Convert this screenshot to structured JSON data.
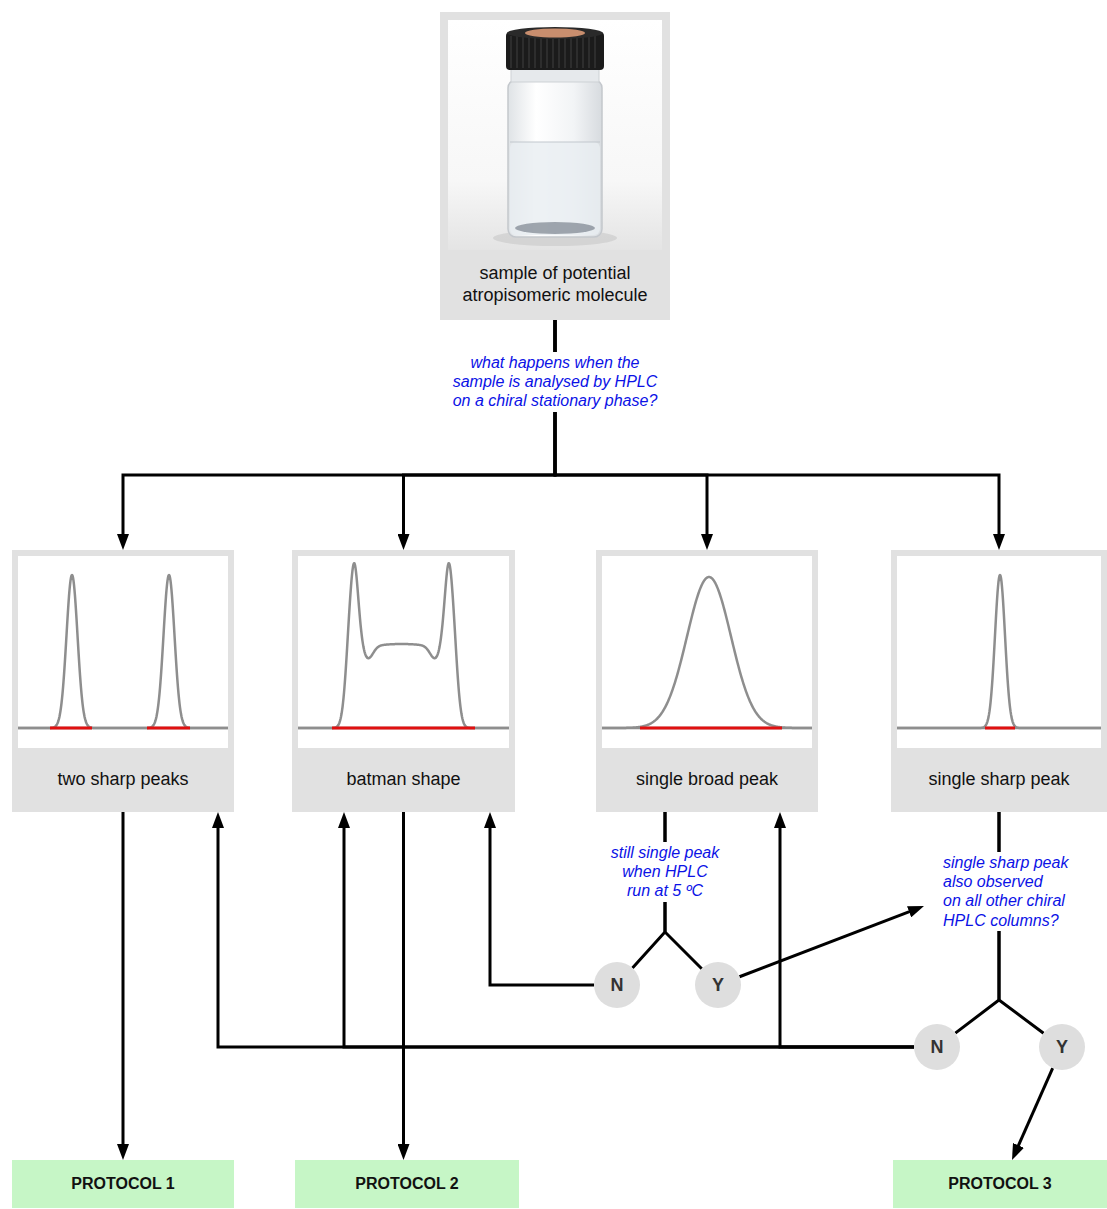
{
  "diagram": {
    "nodes": [
      {
        "text": [
          "sample of potential atropisomeric molecule"
        ]
      },
      {
        "text": [
          "two sharp peaks"
        ]
      },
      {
        "text": [
          "batman shape"
        ]
      },
      {
        "text": [
          "single broad peak"
        ]
      },
      {
        "text": [
          "single sharp peak"
        ]
      },
      {
        "text": [
          "N"
        ]
      },
      {
        "text": [
          "Y"
        ]
      },
      {
        "text": [
          "N"
        ]
      },
      {
        "text": [
          "Y"
        ]
      },
      {
        "text": [
          "PROTOCOL 1"
        ]
      },
      {
        "text": [
          "PROTOCOL 2"
        ]
      },
      {
        "text": [
          "PROTOCOL 3"
        ]
      }
    ],
    "edges": [
      {
        "from": 0,
        "to": 1,
        "arrow": "to"
      },
      {
        "from": 0,
        "to": 2,
        "arrow": "to"
      },
      {
        "from": 0,
        "to": 3,
        "arrow": "to"
      },
      {
        "from": 0,
        "to": 4,
        "arrow": "to"
      },
      {
        "from": 1,
        "to": 9,
        "arrow": "to"
      },
      {
        "from": 2,
        "to": 10,
        "arrow": "to"
      },
      {
        "from": 3,
        "to": 5,
        "arrow": "none"
      },
      {
        "from": 3,
        "to": 6,
        "arrow": "none"
      },
      {
        "from": 5,
        "to": 2,
        "arrow": "to"
      },
      {
        "from": 6,
        "to": 4,
        "arrow": "to"
      },
      {
        "from": 4,
        "to": 7,
        "arrow": "none"
      },
      {
        "from": 4,
        "to": 8,
        "arrow": "none"
      },
      {
        "from": 7,
        "to": 1,
        "arrow": "to"
      },
      {
        "from": 7,
        "to": 2,
        "arrow": "to"
      },
      {
        "from": 7,
        "to": 3,
        "arrow": "to"
      },
      {
        "from": 8,
        "to": 11,
        "arrow": "to"
      }
    ],
    "labels": [
      "what happens when the sample is analysed by HPLC on a chiral stationary phase?",
      "still single peak when HPLC run at 5 ºC",
      "single sharp peak also observed on all other chiral HPLC columns?"
    ]
  }
}
